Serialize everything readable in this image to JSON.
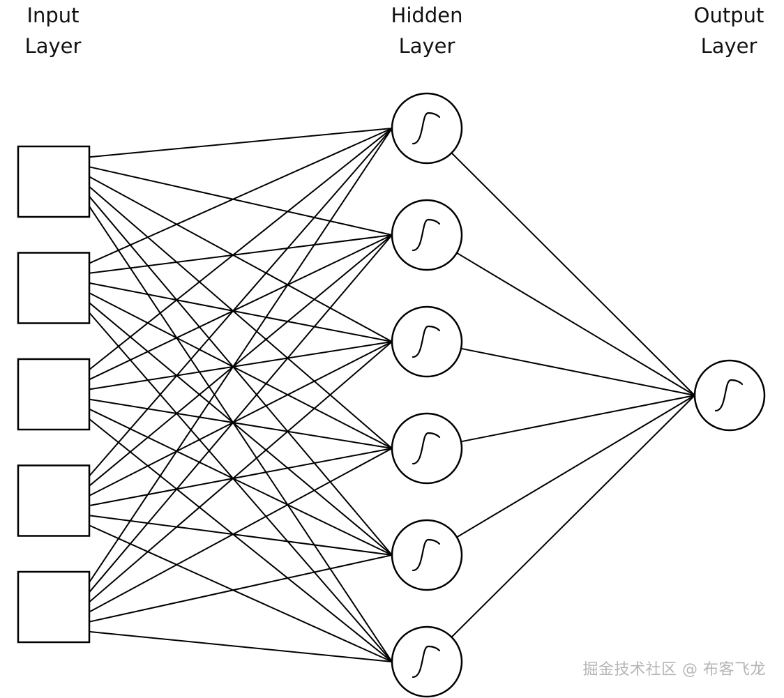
{
  "labels": {
    "input": [
      "Input",
      "Layer"
    ],
    "hidden": [
      "Hidden",
      "Layer"
    ],
    "output": [
      "Output",
      "Layer"
    ]
  },
  "network": {
    "input_count": 5,
    "hidden_count": 6,
    "output_count": 1,
    "fully_connected": true
  },
  "watermark": "掘金技术社区 @ 布客飞龙",
  "colors": {
    "stroke": "#000000",
    "background": "#ffffff",
    "watermark": "#b5b5b5"
  }
}
